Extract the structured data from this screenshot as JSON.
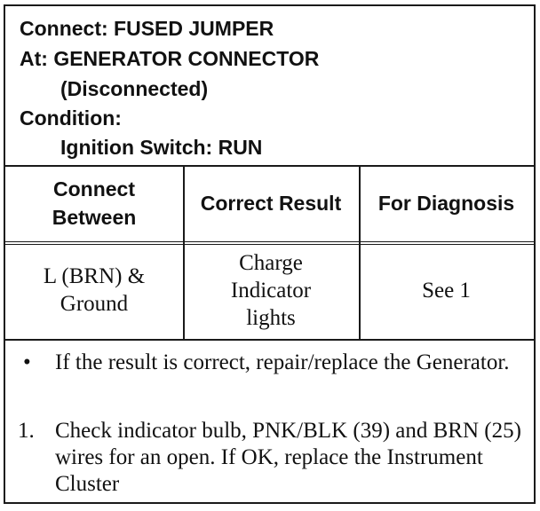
{
  "header": {
    "connect": "Connect: FUSED JUMPER",
    "at": "At: GENERATOR CONNECTOR",
    "at_note": "(Disconnected)",
    "condition": "Condition:",
    "condition_detail": "Ignition Switch: RUN"
  },
  "columns": {
    "connect_between": "Connect Between",
    "correct_result": "Correct Result",
    "for_diagnosis": "For Diagnosis"
  },
  "row": {
    "connect_between": "L (BRN) & Ground",
    "correct_result": "Charge Indicator lights",
    "for_diagnosis": "See 1"
  },
  "notes": [
    {
      "marker": "•",
      "text": "If the result is correct, repair/replace the Generator."
    },
    {
      "marker": "1.",
      "text": "Check indicator bulb, PNK/BLK (39) and BRN (25) wires for an open. If OK, replace the Instrument Cluster"
    }
  ]
}
